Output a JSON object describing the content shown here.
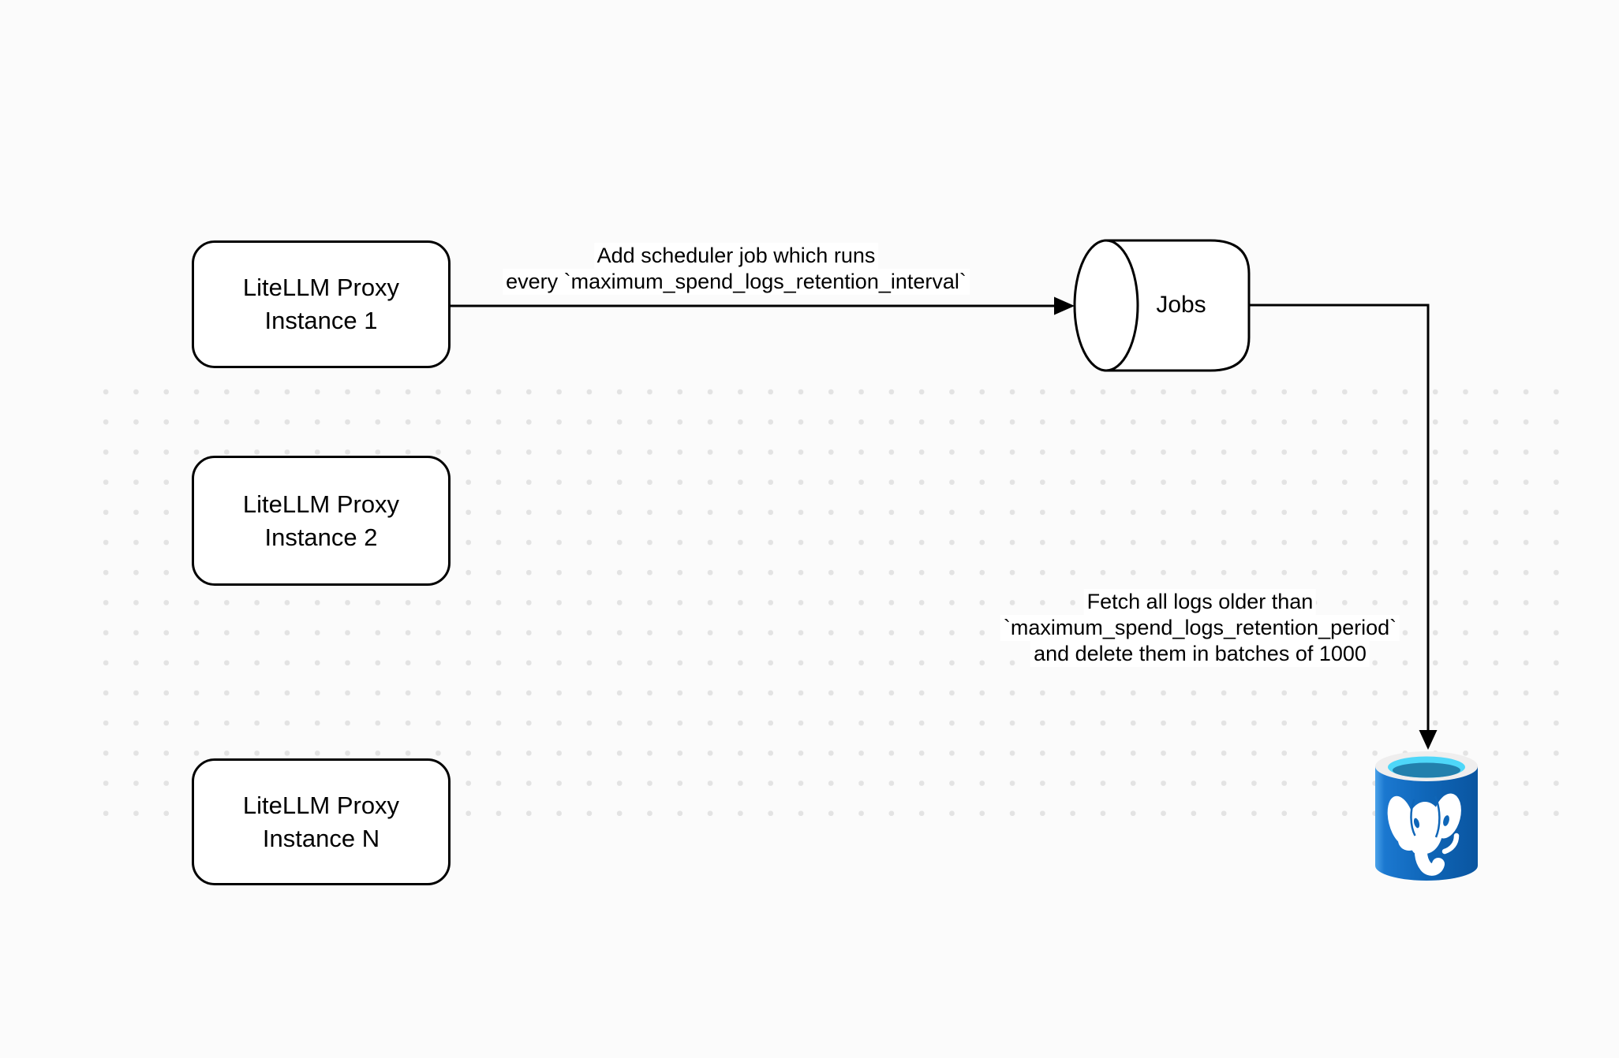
{
  "canvas": {
    "background_color": "#fbfbfb",
    "dot_color": "#e3e3e3"
  },
  "nodes": {
    "proxy_instances": [
      {
        "lines": [
          "LiteLLM Proxy",
          "Instance 1"
        ]
      },
      {
        "lines": [
          "LiteLLM Proxy",
          "Instance 2"
        ]
      },
      {
        "lines": [
          "LiteLLM Proxy",
          "Instance N"
        ]
      }
    ],
    "jobs_queue": {
      "label": "Jobs"
    },
    "database": {
      "icon": "postgresql-database-icon",
      "colors": {
        "body_blue": "#0f66b8",
        "rim_white": "#efeeee",
        "opening_cyan": "#4ed7f9",
        "opening_dark": "#2280ad",
        "elephant_white": "#ffffff"
      }
    }
  },
  "edges": {
    "schedule_edge": {
      "label_lines": [
        "Add scheduler job which runs",
        "every `maximum_spend_logs_retention_interval`"
      ]
    },
    "cleanup_edge": {
      "label_lines": [
        "Fetch all logs older than",
        "`maximum_spend_logs_retention_period`",
        "and delete them in batches of 1000"
      ]
    }
  }
}
